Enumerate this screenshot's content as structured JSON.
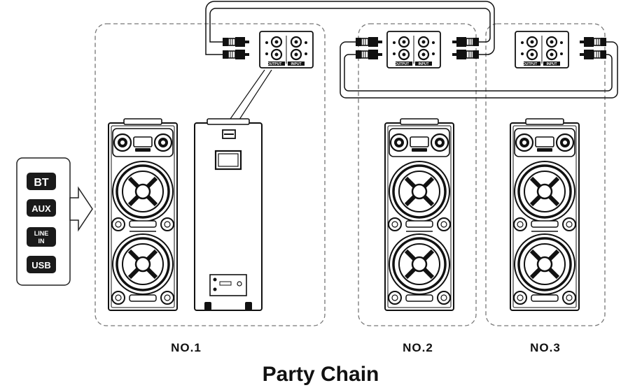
{
  "title": "Party Chain",
  "sources": [
    "BT",
    "AUX",
    "LINE IN",
    "USB"
  ],
  "units": [
    "NO.1",
    "NO.2",
    "NO.3"
  ],
  "panel": {
    "output_label": "OUTPUT",
    "input_label": "INPUT"
  },
  "colors": {
    "ink": "#111111",
    "badge": "#1a1a1a",
    "dash": "#777777"
  }
}
